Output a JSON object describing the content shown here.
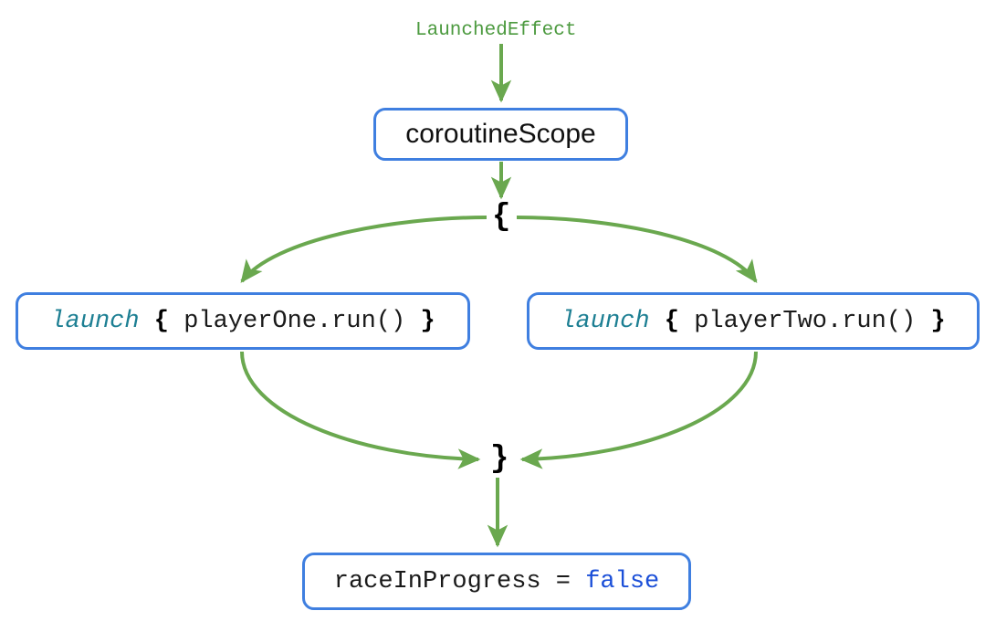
{
  "diagram": {
    "title": "LaunchedEffect coroutineScope race flow",
    "colors": {
      "edge_green": "#6aa84f",
      "node_border_blue": "#3f7fe0",
      "keyword_teal": "#1d7f93",
      "literal_blue": "#1b4fd8",
      "label_green": "#4c9a3f",
      "text_black": "#1a1a1a",
      "background": "#ffffff"
    },
    "source_label": "LaunchedEffect",
    "open_brace": "{",
    "close_brace": "}",
    "nodes": {
      "coroutine_scope": {
        "label": "coroutineScope"
      },
      "launch_one": {
        "keyword": "launch",
        "open": "{",
        "body": "playerOne.run()",
        "close": "}"
      },
      "launch_two": {
        "keyword": "launch",
        "open": "{",
        "body": "playerTwo.run()",
        "close": "}"
      },
      "race_flag": {
        "assignment": "raceInProgress = ",
        "value": "false"
      }
    },
    "edges": [
      {
        "name": "launchedeffect-to-coroutinescope",
        "from": "LaunchedEffect",
        "to": "coroutineScope",
        "style": "straight-arrow"
      },
      {
        "name": "coroutinescope-to-open-brace",
        "from": "coroutineScope",
        "to": "{",
        "style": "straight-arrow"
      },
      {
        "name": "open-brace-to-launch-one",
        "from": "{",
        "to": "launch { playerOne.run() }",
        "style": "curved-arrow"
      },
      {
        "name": "open-brace-to-launch-two",
        "from": "{",
        "to": "launch { playerTwo.run() }",
        "style": "curved-arrow"
      },
      {
        "name": "launch-one-to-close-brace",
        "from": "launch { playerOne.run() }",
        "to": "}",
        "style": "curved-arrow"
      },
      {
        "name": "launch-two-to-close-brace",
        "from": "launch { playerTwo.run() }",
        "to": "}",
        "style": "curved-arrow"
      },
      {
        "name": "close-brace-to-race-flag",
        "from": "}",
        "to": "raceInProgress = false",
        "style": "straight-arrow"
      }
    ]
  }
}
